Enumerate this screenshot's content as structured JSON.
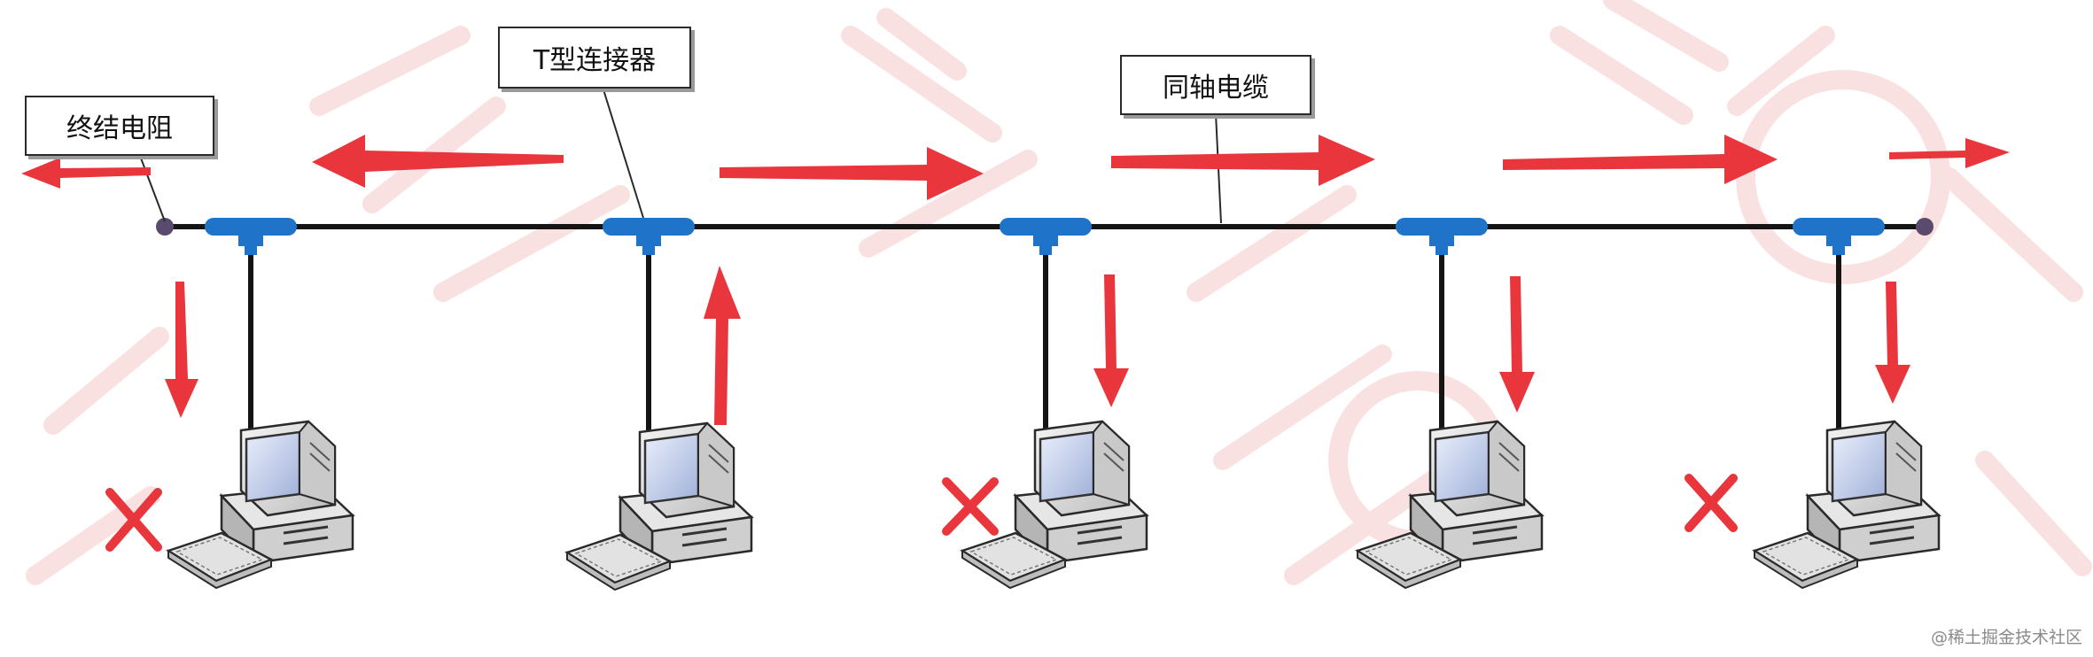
{
  "labels": {
    "terminator": "终结电阻",
    "t_connector": "T型连接器",
    "coax_cable": "同轴电缆"
  },
  "credit": "@稀土掘金技术社区",
  "colors": {
    "arrow": "#e8363c",
    "cable": "#151515",
    "connector": "#1f73c8",
    "terminator_dot": "#5a4a6e",
    "watermark": "#f6c9c9"
  },
  "computers": [
    {
      "id": "pc-1",
      "signal": "rejected"
    },
    {
      "id": "pc-2",
      "signal": "sender"
    },
    {
      "id": "pc-3",
      "signal": "rejected"
    },
    {
      "id": "pc-4",
      "signal": "accepted"
    },
    {
      "id": "pc-5",
      "signal": "rejected"
    }
  ]
}
